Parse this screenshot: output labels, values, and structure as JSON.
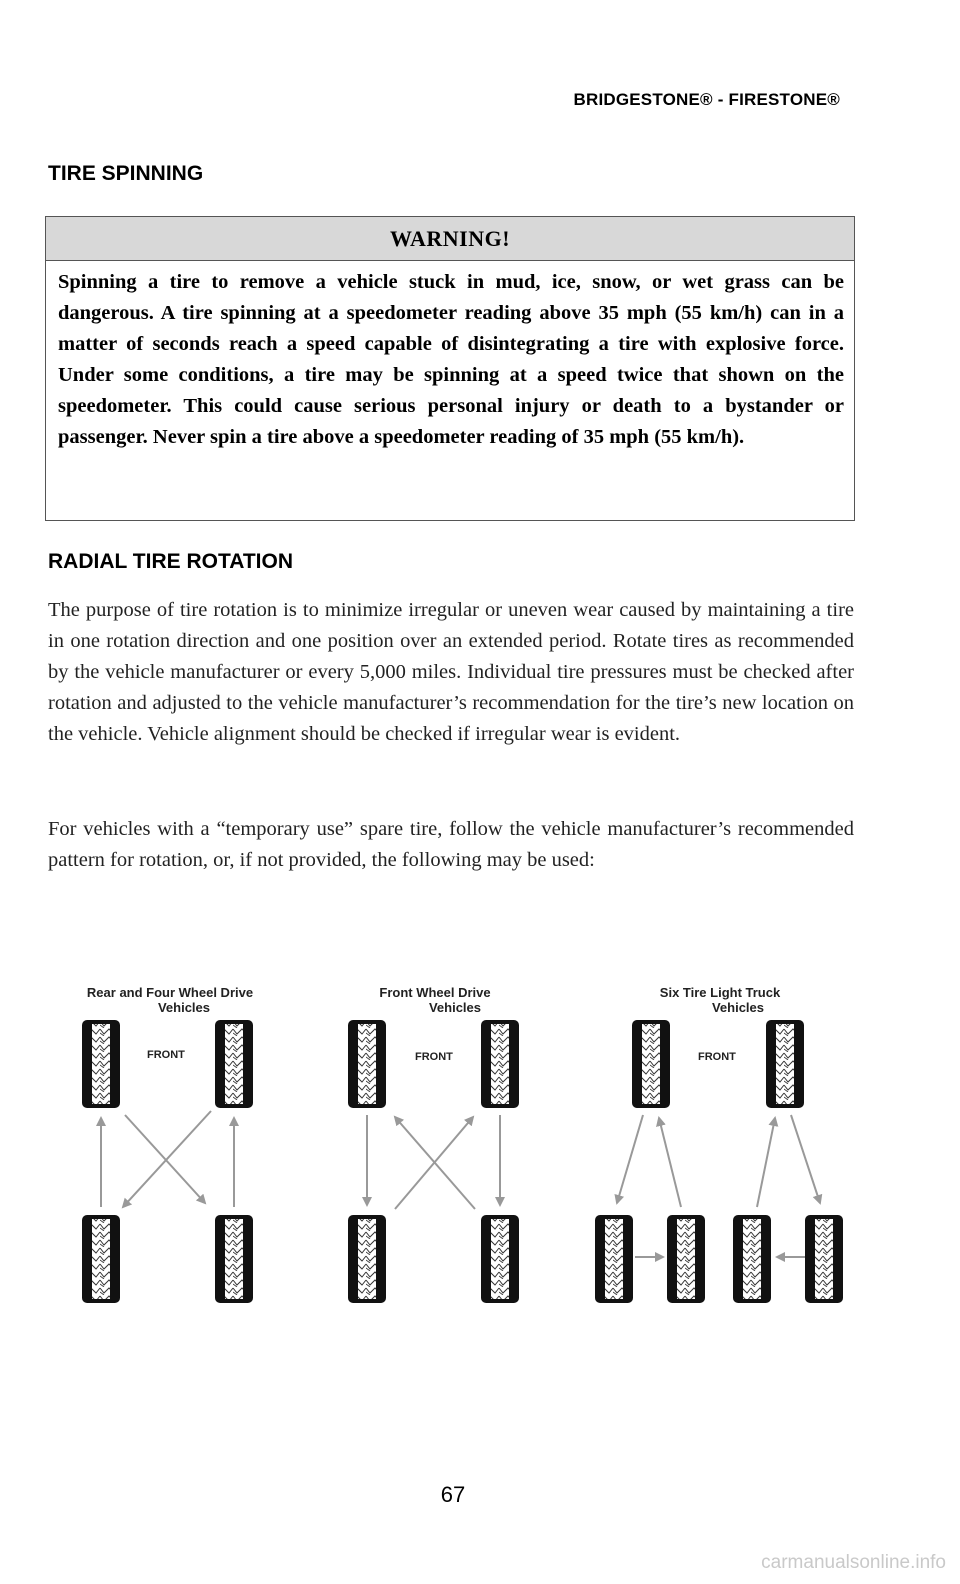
{
  "header": {
    "running_head": "BRIDGESTONE® - FIRESTONE®"
  },
  "tire_spinning": {
    "heading": "TIRE SPINNING",
    "warning_title": "WARNING!",
    "warning_text": "Spinning a tire to remove a vehicle stuck in mud, ice, snow, or wet grass can be dangerous. A tire spinning at a speedometer reading above 35 mph (55 km/h) can in a matter of seconds reach a speed capable of disintegrating a tire with explosive force. Under some conditions, a tire may be spinning at a speed twice that shown on the speedometer. This could cause serious personal injury or death to a bystander or passenger. Never spin a tire above a speedometer reading of 35 mph (55 km/h)."
  },
  "rotation": {
    "heading": "RADIAL TIRE ROTATION",
    "paragraph1": "The purpose of tire rotation is to minimize irregular or uneven wear caused by maintaining a tire in one rotation direction and one position over an extended period. Rotate tires as recommended by the vehicle manufacturer or every 5,000 miles. Individual tire pressures must be checked after rotation and adjusted to the vehicle manufacturer’s recommendation for the tire’s new location on the vehicle. Vehicle alignment should be checked if irregular wear is evident.",
    "paragraph2": "For vehicles with a “temporary use” spare tire, follow the vehicle manufacturer’s recommended pattern for rotation, or, if not provided, the following may be used:"
  },
  "diagrams": [
    {
      "title_line1": "Rear and Four Wheel Drive",
      "title_line2": "Vehicles",
      "front_label": "FRONT"
    },
    {
      "title_line1": "Front Wheel Drive",
      "title_line2": "Vehicles",
      "front_label": "FRONT"
    },
    {
      "title_line1": "Six Tire Light Truck",
      "title_line2": "Vehicles",
      "front_label": "FRONT"
    }
  ],
  "footer": {
    "page_number": "67",
    "watermark": "carmanualsonline.info"
  },
  "colors": {
    "warning_header_bg": "#d8d8d8",
    "arrow": "#999999",
    "tire": "#111111"
  }
}
